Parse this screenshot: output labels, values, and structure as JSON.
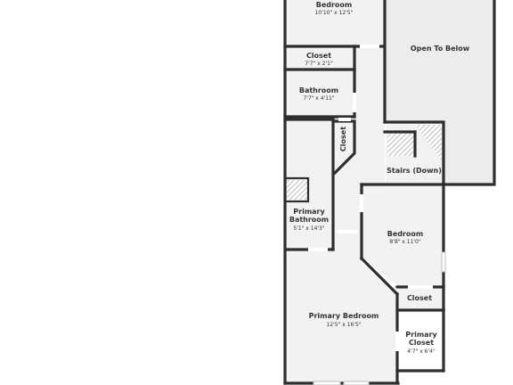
{
  "colors": {
    "floor": "#f2f2f2",
    "open_to_below": "#ececec",
    "wall": "#2e2e2e",
    "text": "#333333",
    "hatch": "#9e9e9e"
  },
  "rooms": {
    "bedroom_top": {
      "name": "Bedroom",
      "dims": "10'10\" x 12'5\""
    },
    "closet_top": {
      "name": "Closet",
      "dims": "7'7\" x 2'1\""
    },
    "bathroom": {
      "name": "Bathroom",
      "dims": "7'7\" x 4'11\""
    },
    "closet_hall": {
      "name": "Closet"
    },
    "open_to_below": {
      "name": "Open To Below"
    },
    "stairs": {
      "name": "Stairs (Down)"
    },
    "primary_bathroom": {
      "name": "Primary Bathroom",
      "name_line1": "Primary",
      "name_line2": "Bathroom",
      "dims": "5'1\" x 14'3\""
    },
    "bedroom_right": {
      "name": "Bedroom",
      "dims": "8'8\" x 11'0\""
    },
    "closet_right": {
      "name": "Closet"
    },
    "primary_bedroom": {
      "name": "Primary Bedroom",
      "dims": "12'5\" x 16'5\""
    },
    "primary_closet": {
      "name": "Primary Closet",
      "name_line1": "Primary",
      "name_line2": "Closet",
      "dims": "4'7\" x 6'4\""
    }
  }
}
